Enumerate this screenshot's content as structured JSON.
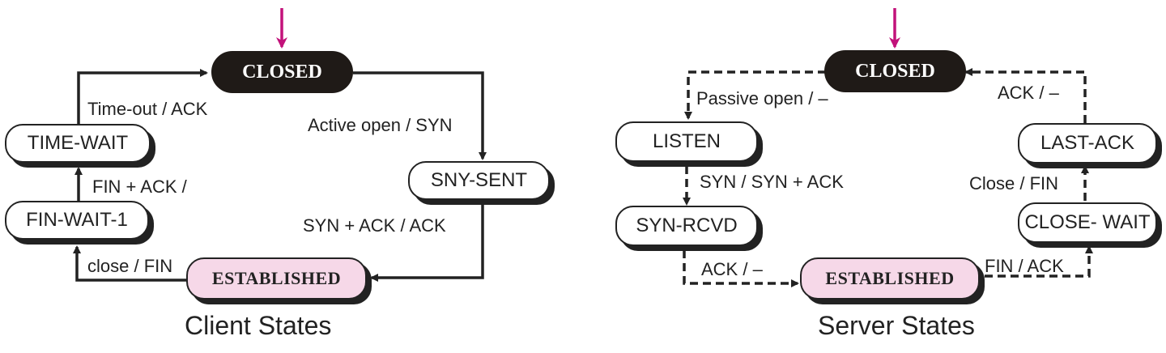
{
  "client": {
    "title": "Client States",
    "states": {
      "closed": "CLOSED",
      "time_wait": "TIME-WAIT",
      "fin_wait_1": "FIN-WAIT-1",
      "syn_sent": "SNY-SENT",
      "established": "ESTABLISHED"
    },
    "transitions": {
      "timeout_ack": "Time-out / ACK",
      "active_open_syn": "Active open / SYN",
      "fin_ack": "FIN + ACK /",
      "syn_ack_ack": "SYN + ACK / ACK",
      "close_fin": "close / FIN"
    }
  },
  "server": {
    "title": "Server States",
    "states": {
      "closed": "CLOSED",
      "listen": "LISTEN",
      "syn_rcvd": "SYN-RCVD",
      "established": "ESTABLISHED",
      "close_wait": "CLOSE- WAIT",
      "last_ack": "LAST-ACK"
    },
    "transitions": {
      "passive_open": "Passive open / –",
      "syn_synack": "SYN / SYN + ACK",
      "ack_dash": "ACK / –",
      "fin_ack": "FIN / ACK",
      "close_fin": "Close / FIN",
      "last_ack_dash": "ACK / –"
    }
  },
  "colors": {
    "start_arrow": "#c2127a",
    "line": "#222222",
    "closed_fill": "#1f1a17",
    "established_fill": "#f6d8e8"
  }
}
